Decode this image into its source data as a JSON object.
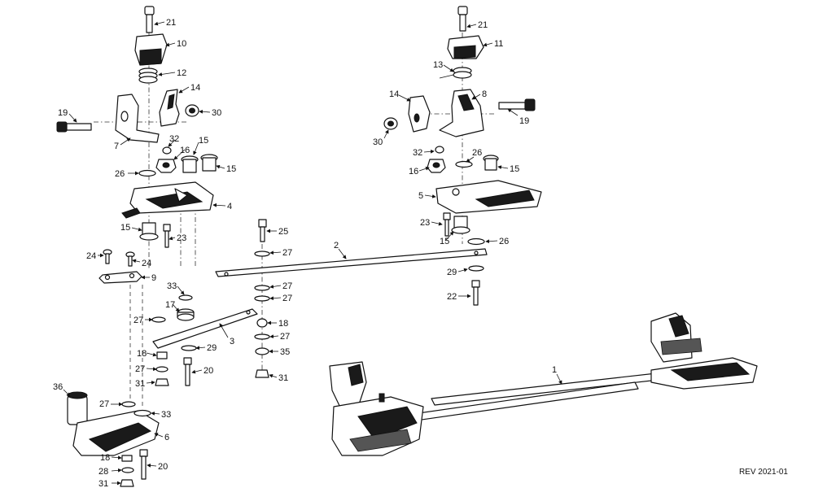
{
  "revision": "REV 2021-01",
  "callouts": {
    "c1": "1",
    "c2": "2",
    "c3": "3",
    "c4": "4",
    "c5": "5",
    "c6": "6",
    "c7": "7",
    "c8": "8",
    "c9": "9",
    "c10": "10",
    "c11": "11",
    "c12": "12",
    "c13": "13",
    "c14": "14",
    "c15": "15",
    "c16": "16",
    "c17": "17",
    "c18": "18",
    "c19": "19",
    "c20": "20",
    "c21": "21",
    "c22": "22",
    "c23": "23",
    "c24": "24",
    "c25": "25",
    "c26": "26",
    "c27": "27",
    "c28": "28",
    "c29": "29",
    "c30": "30",
    "c31": "31",
    "c32": "32",
    "c33": "33",
    "c35": "35",
    "c36": "36"
  }
}
